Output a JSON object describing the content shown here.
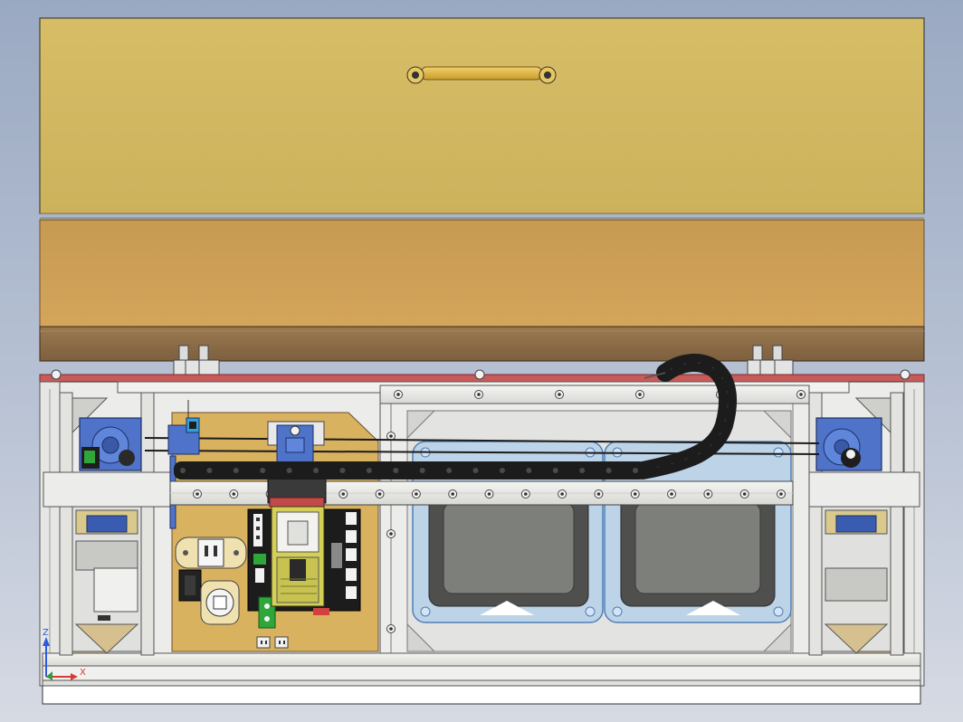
{
  "viewport": {
    "background_top": "#9aa9c2",
    "background_bottom": "#d6dae3"
  },
  "model": {
    "lid_color": "#d2b862",
    "lid_lower_band_color": "#cf9f58",
    "lid_rim_color": "#8a6a45",
    "frame_color": "#e9e9e6",
    "top_edge_color": "#c95a5a",
    "bed_panel_color": "#d9b25f",
    "motor_color": "#4f73c9",
    "drag_chain_color": "#1c1c1c",
    "fan_frame_color": "#8fb9e4",
    "fan_body_color": "#7d7f7a",
    "laser_module_color": "#d4cf56",
    "screw_count_top_rail": 6,
    "screw_count_gantry": 17,
    "chain_link_count_horizontal": 18
  },
  "triad": {
    "z_label": "Z",
    "x_label": "X",
    "z_color": "#2c5be0",
    "x_color": "#d83a3a"
  }
}
